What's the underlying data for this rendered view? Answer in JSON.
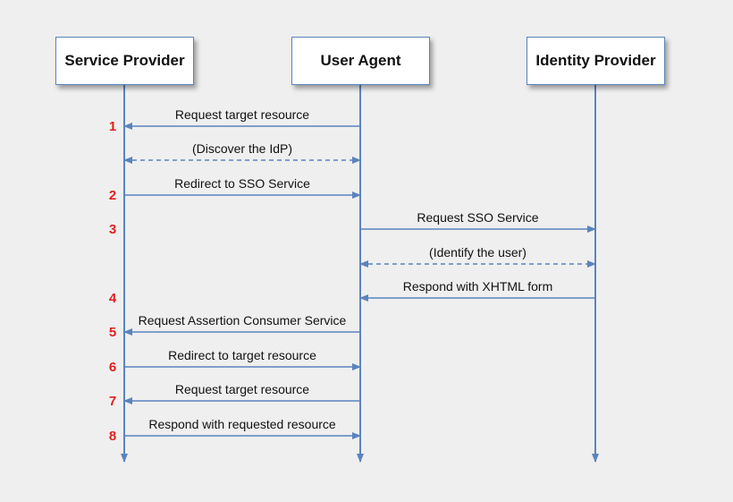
{
  "actors": {
    "service_provider": "Service Provider",
    "user_agent": "User Agent",
    "identity_provider": "Identity Provider"
  },
  "colors": {
    "lifeline": "#5a84bd",
    "step_number": "#e31e1e",
    "background": "#efefef"
  },
  "messages": [
    {
      "text": "Request target resource",
      "from": "user_agent",
      "to": "service_provider",
      "style": "solid",
      "step": "1"
    },
    {
      "text": "(Discover the IdP)",
      "from": "service_provider",
      "to": "user_agent",
      "style": "dashed",
      "bidirectional": true,
      "step": ""
    },
    {
      "text": "Redirect to SSO Service",
      "from": "service_provider",
      "to": "user_agent",
      "style": "solid",
      "step": "2"
    },
    {
      "text": "Request SSO Service",
      "from": "user_agent",
      "to": "identity_provider",
      "style": "solid",
      "step": "3"
    },
    {
      "text": "(Identify the user)",
      "from": "user_agent",
      "to": "identity_provider",
      "style": "dashed",
      "bidirectional": true,
      "step": ""
    },
    {
      "text": "Respond with XHTML form",
      "from": "identity_provider",
      "to": "user_agent",
      "style": "solid",
      "step": "4"
    },
    {
      "text": "Request Assertion Consumer Service",
      "from": "user_agent",
      "to": "service_provider",
      "style": "solid",
      "step": "5"
    },
    {
      "text": "Redirect to target resource",
      "from": "service_provider",
      "to": "user_agent",
      "style": "solid",
      "step": "6"
    },
    {
      "text": "Request target resource",
      "from": "user_agent",
      "to": "service_provider",
      "style": "solid",
      "step": "7"
    },
    {
      "text": "Respond with requested resource",
      "from": "service_provider",
      "to": "user_agent",
      "style": "solid",
      "step": "8"
    }
  ]
}
